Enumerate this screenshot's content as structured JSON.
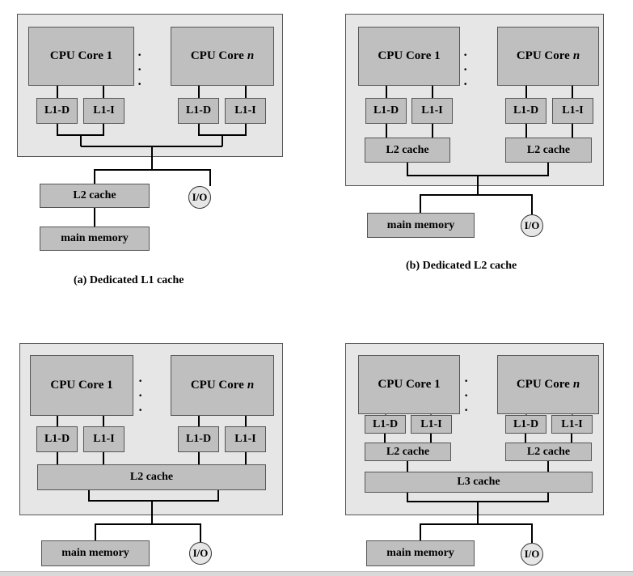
{
  "labels": {
    "core_prefix": "CPU Core",
    "core_1_index": "1",
    "core_n_index": "n",
    "dots": "· · ·",
    "l1d": "L1-D",
    "l1i": "L1-I",
    "l2": "L2 cache",
    "l3": "L3 cache",
    "main_memory": "main memory",
    "io": "I/O"
  },
  "captions": {
    "a": "(a) Dedicated L1 cache",
    "b": "(b) Dedicated L2 cache"
  },
  "colors": {
    "chip_background": "#e6e6e6",
    "component_fill": "#bfbfbf",
    "wire": "#000000"
  }
}
